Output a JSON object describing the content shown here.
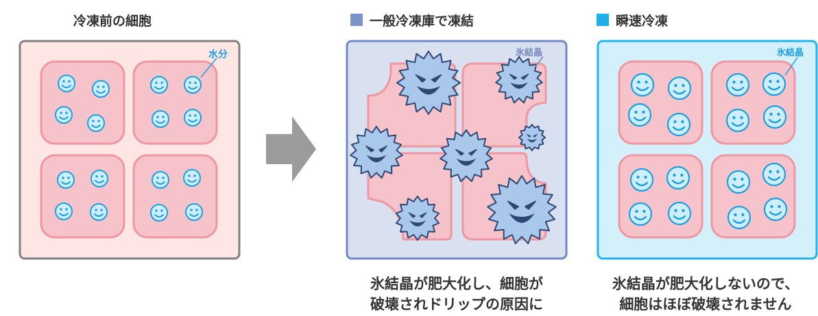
{
  "panels": [
    {
      "title": "冷凍前の細胞",
      "callout": "水分",
      "caption": []
    },
    {
      "title": "一般冷凍庫で凍結",
      "callout": "氷結晶",
      "caption": [
        "氷結晶が肥大化し、細胞が",
        "破壊されドリップの原因に"
      ]
    },
    {
      "title": "瞬速冷凍",
      "callout": "氷結晶",
      "caption": [
        "氷結晶が肥大化しないので、",
        "細胞はほぼ破壊されません"
      ]
    }
  ],
  "colors": {
    "text": "#333333",
    "before_frame": "#808080",
    "before_fill": "#fde6e3",
    "cell_fill": "#f7c3cb",
    "cell_stroke": "#ee97a2",
    "water_fill": "#cfeefc",
    "water_stroke": "#1a9fe0",
    "normal_frame": "#6f88c4",
    "normal_fill": "#d9e0ef",
    "normal_square": "#7c94c9",
    "crystal_fill": "#a9c8ec",
    "crystal_stroke": "#2d4873",
    "flash_frame": "#20b3ec",
    "flash_fill": "#d4f1fb",
    "flash_square": "#1fb0ea",
    "arrow": "#9b9b9b",
    "callout_blue": "#1a9fe0",
    "callout_gray": "#7288bb"
  },
  "icons": {
    "water": "smiley-droplet-icon",
    "crystal": "spiky-ice-crystal-icon",
    "arrow": "right-arrow-icon"
  }
}
